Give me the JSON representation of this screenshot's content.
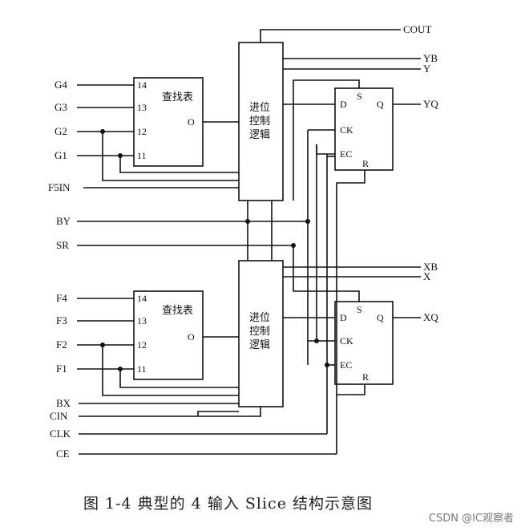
{
  "inputs": {
    "g4": "G4",
    "g3": "G3",
    "g2": "G2",
    "g1": "G1",
    "f5in": "F5IN",
    "by": "BY",
    "sr": "SR",
    "f4": "F4",
    "f3": "F3",
    "f2": "F2",
    "f1": "F1",
    "bx": "BX",
    "cin": "CIN",
    "clk": "CLK",
    "ce": "CE"
  },
  "outputs": {
    "cout": "COUT",
    "yb": "YB",
    "y": "Y",
    "yq": "YQ",
    "xb": "XB",
    "x": "X",
    "xq": "XQ"
  },
  "lut_top": {
    "title": "查找表",
    "pins": [
      "14",
      "13",
      "12",
      "11"
    ],
    "out": "O"
  },
  "lut_bottom": {
    "title": "查找表",
    "pins": [
      "14",
      "13",
      "12",
      "11"
    ],
    "out": "O"
  },
  "carry_top": {
    "line1": "进位",
    "line2": "控制",
    "line3": "逻辑"
  },
  "carry_bottom": {
    "line1": "进位",
    "line2": "控制",
    "line3": "逻辑"
  },
  "ff_top": {
    "d": "D",
    "s": "S",
    "q": "Q",
    "ck": "CK",
    "ec": "EC",
    "r": "R"
  },
  "ff_bottom": {
    "d": "D",
    "s": "S",
    "q": "Q",
    "ck": "CK",
    "ec": "EC",
    "r": "R"
  },
  "caption": "图 1-4  典型的 4 输入 Slice 结构示意图",
  "watermark": "CSDN @IC观察者"
}
